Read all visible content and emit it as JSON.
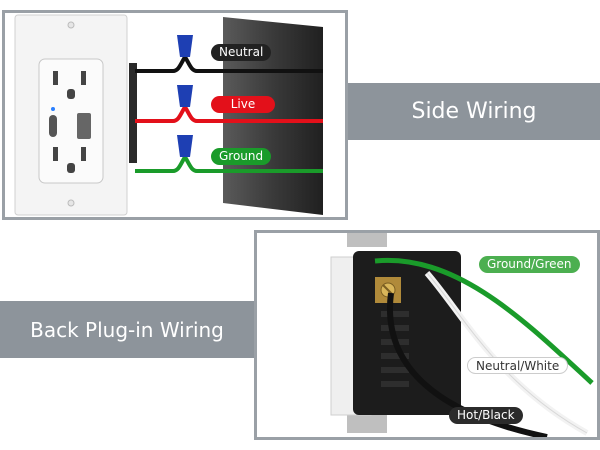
{
  "side_wiring": {
    "title": "Side Wiring",
    "labels": {
      "neutral": "Neutral",
      "live": "Live",
      "ground": "Ground"
    }
  },
  "back_wiring": {
    "title": "Back Plug-in Wiring",
    "labels": {
      "ground": "Ground/Green",
      "neutral": "Neutral/White",
      "hot": "Hot/Black"
    }
  },
  "colors": {
    "banner": "#8d949b",
    "border": "#9aa0a6",
    "neutral_wire": "#111111",
    "live_wire": "#e3101a",
    "ground_wire": "#1a9b2a",
    "white_wire": "#f2f2f2",
    "wire_nut": "#1e3fb3",
    "ground_tag": "#4caf50",
    "neutral_tag": "#ffffff",
    "hot_tag": "#2b2b2b"
  }
}
